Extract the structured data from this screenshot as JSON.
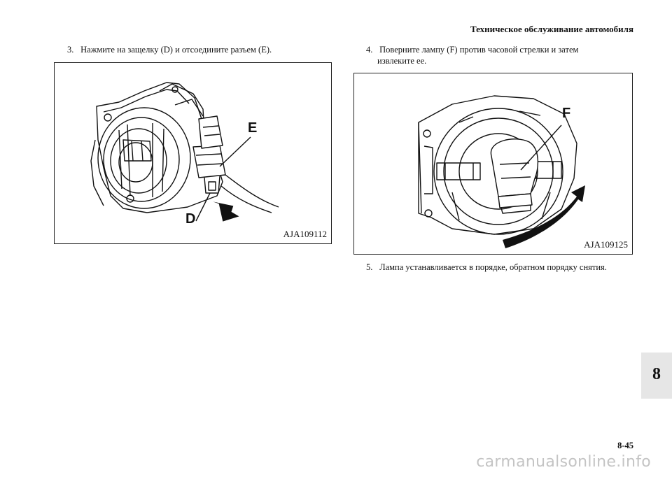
{
  "header": {
    "title": "Техническое обслуживание автомобиля"
  },
  "steps": {
    "step3": {
      "num": "3.",
      "text": "Нажмите на защелку (D) и отсоедините разъем (E)."
    },
    "step4": {
      "num": "4.",
      "line1": "Поверните лампу (F) против часовой стрелки и затем",
      "line2": "извлеките ее."
    },
    "step5": {
      "num": "5.",
      "text": "Лампа устанавливается в порядке, обратном порядку снятия."
    }
  },
  "figures": {
    "fig1": {
      "code": "AJA109112",
      "callouts": {
        "e": "E",
        "d": "D"
      }
    },
    "fig2": {
      "code": "AJA109125",
      "callouts": {
        "f": "F"
      }
    }
  },
  "section_tab": {
    "label": "8"
  },
  "page_number": "8-45",
  "watermark": "carmanualsonline.info"
}
